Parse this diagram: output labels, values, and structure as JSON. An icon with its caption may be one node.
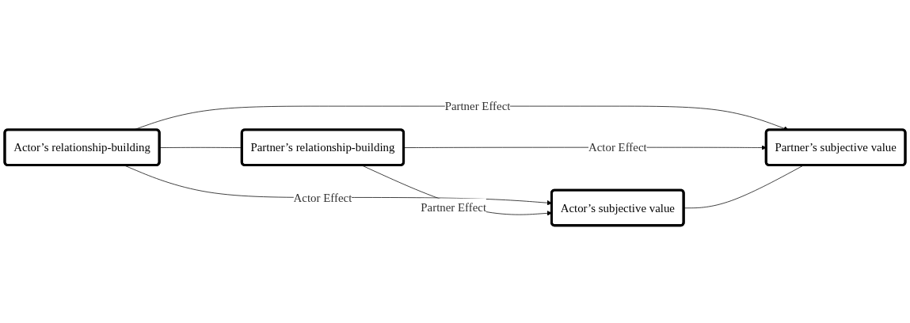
{
  "diagram": {
    "nodes": [
      {
        "text": [
          "Actor’s relationship-building"
        ]
      },
      {
        "text": [
          "Actor’s subjective value"
        ]
      },
      {
        "text": [
          "Partner’s relationship-building"
        ]
      },
      {
        "text": [
          "Partner’s subjective value"
        ]
      }
    ],
    "edges": [
      {
        "from": 0,
        "to": 1,
        "arrow": "to",
        "label": "Actor Effect"
      },
      {
        "from": 0,
        "to": 3,
        "arrow": "to",
        "label": "Partner Effect"
      },
      {
        "from": 2,
        "to": 1,
        "arrow": "to",
        "label": "Partner Effect"
      },
      {
        "from": 2,
        "to": 3,
        "arrow": "to",
        "label": "Actor Effect"
      },
      {
        "from": 0,
        "to": 2,
        "arrow": "none"
      },
      {
        "from": 1,
        "to": 3,
        "arrow": "none"
      }
    ]
  }
}
